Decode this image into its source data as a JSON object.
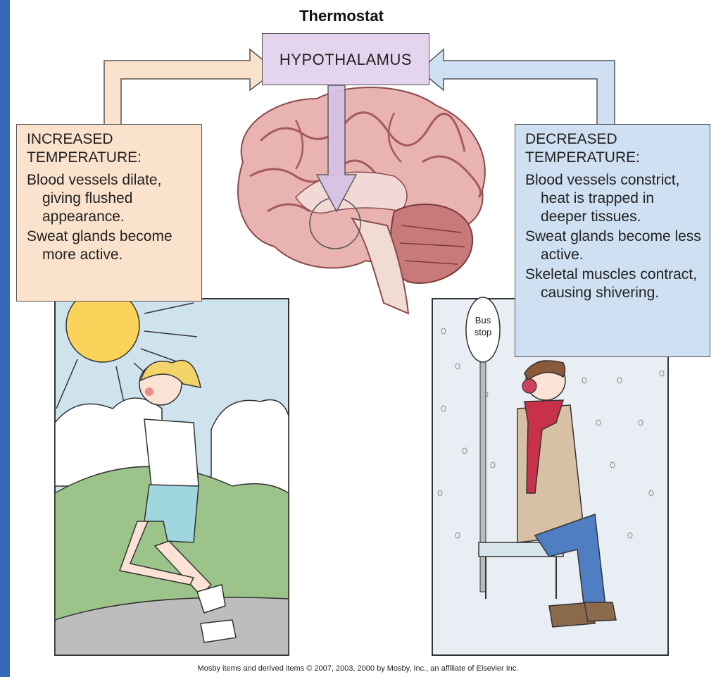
{
  "title": "Thermostat",
  "center": {
    "label": "HYPOTHALAMUS"
  },
  "left_box": {
    "heading_line1": "INCREASED",
    "heading_line2": "TEMPERATURE:",
    "items": [
      "Blood vessels dilate, giving flushed appearance.",
      "Sweat glands become more active."
    ]
  },
  "right_box": {
    "heading_line1": "DECREASED",
    "heading_line2": "TEMPERATURE:",
    "items": [
      "Blood vessels constrict, heat is trapped in deeper tissues.",
      "Sweat glands become less active.",
      "Skeletal muscles contract, causing shivering."
    ]
  },
  "sign": {
    "line1": "Bus",
    "line2": "stop"
  },
  "credit": "Mosby items and derived items © 2007, 2003, 2000 by Mosby, Inc., an affiliate of Elsevier Inc.",
  "colors": {
    "background": "#2a5aa8",
    "warm_box": "#fbe2cc",
    "cool_box": "#cfe0f3",
    "hypothalamus_box": "#e5d4ee",
    "brain": "#d99a9a"
  }
}
